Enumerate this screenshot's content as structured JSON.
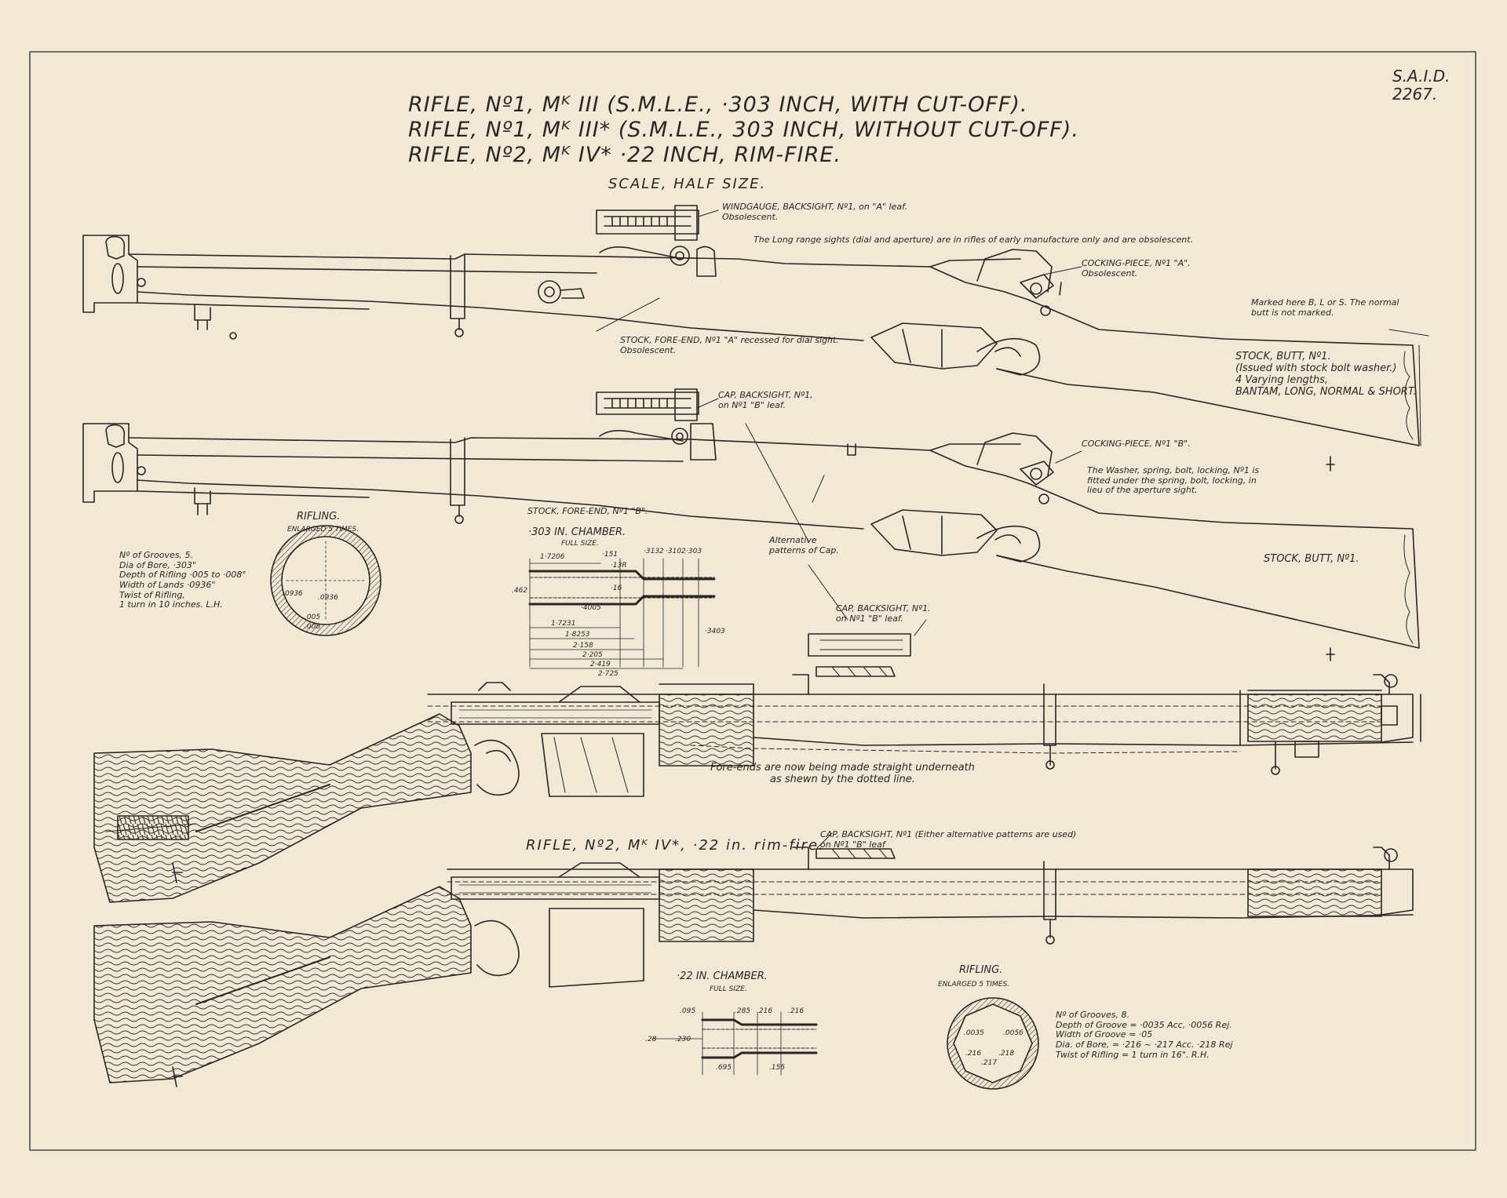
{
  "ref_no": "S.A.I.D.\n2267.",
  "titles": [
    "RIFLE, Nº1, Mᴷ III (S.M.L.E., ·303 INCH, WITH CUT-OFF).",
    "RIFLE, Nº1, Mᴷ III* (S.M.L.E., 303 INCH, WITHOUT CUT-OFF).",
    "RIFLE, Nº2, Mᴷ IV* ·22 INCH, RIM-FIRE."
  ],
  "scale": "SCALE, HALF SIZE.",
  "callouts": {
    "windgauge": "WINDGAUGE, BACKSIGHT, Nº1, on \"A\" leaf.\nObsolescent.",
    "long_range": "The Long range sights (dial and aperture) are in rifles of early manufacture only and are obsolescent.",
    "cocking_piece_a": "COCKING-PIECE, Nº1 \"A\".\nObsolescent.",
    "marked_here": "Marked here B, L or S. The normal\nbutt is not marked.",
    "fore_end_a": "STOCK, FORE-END, Nº1 \"A\" recessed for dial sight.\nObsolescent.",
    "stock_butt_1": "STOCK, BUTT, Nº1.\n(Issued with stock bolt washer.)\n4 Varying lengths,\nBANTAM, LONG, NORMAL & SHORT.",
    "cap_backsight_b": "CAP, BACKSIGHT, Nº1,\non Nº1 \"B\" leaf.",
    "cocking_piece_b": "COCKING-PIECE, Nº1 \"B\".",
    "washer": "The Washer, spring, bolt, locking, Nº1 is\nfitted under the spring, bolt, locking, in\nlieu of the aperture sight.",
    "fore_end_b": "STOCK, FORE-END, Nº1 \"B\".",
    "alt_patterns": "Alternative\npatterns of Cap.",
    "stock_butt_2": "STOCK, BUTT, Nº1.",
    "cap_backsight_b2": "CAP, BACKSIGHT, Nº1.\non Nº1 \"B\" leaf.",
    "fore_ends_straight": "Fore-ends are now being made straight underneath\nas shewn by the dotted line.",
    "rifle_no2_title": "RIFLE, Nº2, Mᴷ IV*, ·22 in. rim-fire.",
    "cap_backsight_no1": "CAP, BACKSIGHT, Nº1 (Either alternative patterns are used)\non Nº1 \"B\" leaf"
  },
  "rifling_303": {
    "title": "RIFLING.",
    "subtitle": "ENLARGED 5 TIMES.",
    "notes": "Nº of Grooves, 5.\nDia of Bore, ·303\"\nDepth of Rifling ·005 to ·008\"\nWidth of Lands ·0936\"\nTwist of Rifling,\n1 turn in 10 inches. L.H.",
    "dims": [
      ".0936",
      ".0936",
      ".005",
      ".008"
    ]
  },
  "chamber_303": {
    "title": "·303 IN. CHAMBER.",
    "subtitle": "FULL SIZE.",
    "top_dims": [
      "1·7206",
      "·151",
      "·13R",
      "·3132",
      "·3102",
      "·303"
    ],
    "side_dims": [
      ".462",
      "·4005",
      "·16",
      "·3403"
    ],
    "bottom_dims": [
      "1·7231",
      "1·8253",
      "2·158",
      "2·205",
      "2·419",
      "2·725"
    ]
  },
  "chamber_22": {
    "title": "·22 IN. CHAMBER.",
    "subtitle": "FULL SIZE.",
    "dims": [
      ".095",
      ".285",
      ".216",
      ".216",
      ".28",
      ".230",
      ".695",
      ".155"
    ]
  },
  "rifling_22": {
    "title": "RIFLING.",
    "subtitle": "ENLARGED 5 TIMES.",
    "notes": "Nº of Grooves, 8.\nDepth of Groove = ·0035 Acc, ·0056 Rej.\nWidth of Groove = ·05\nDia. of Bore, = ·216 ~ ·217 Acc. ·218 Rej\nTwist of Rifling = 1 turn in 16\". R.H.",
    "dims": [
      ".0035",
      ".0056",
      ".216",
      ".217",
      ".218"
    ]
  },
  "colors": {
    "paper": "#f2e8d6",
    "ink": "#2a2624",
    "hatch": "#3a3430"
  }
}
